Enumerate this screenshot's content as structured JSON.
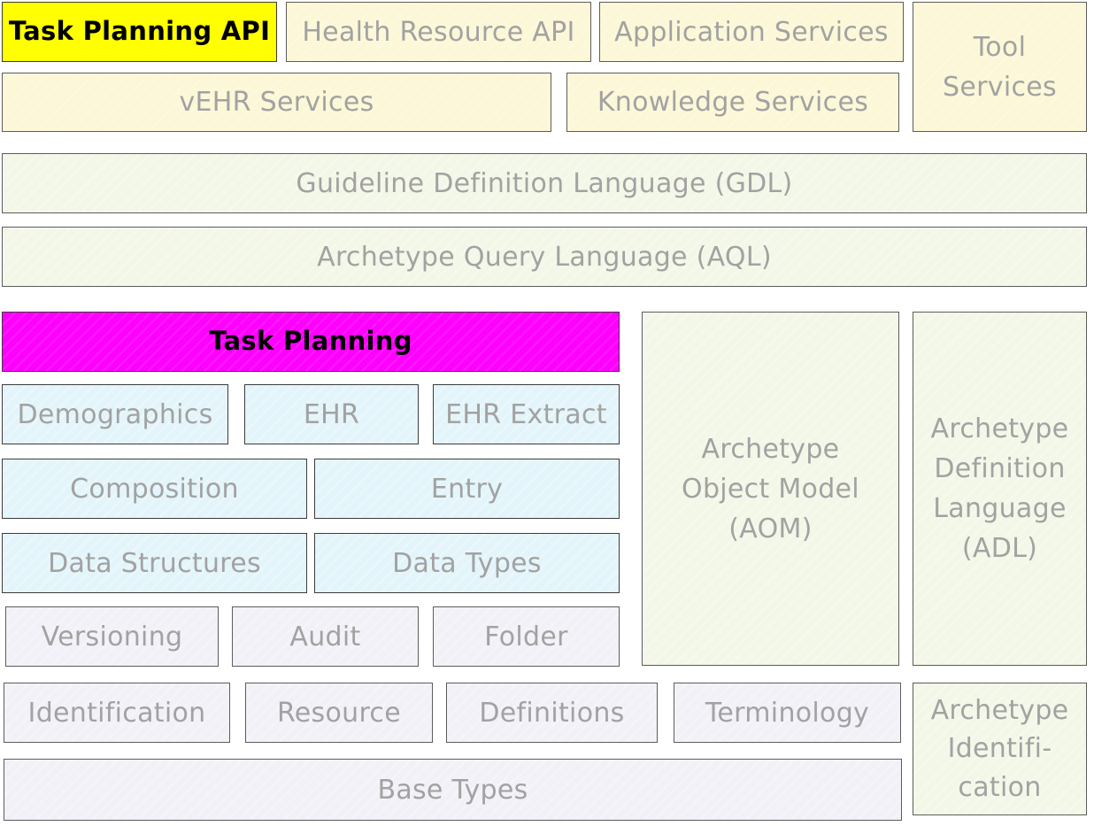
{
  "diagram": {
    "task_planning_api": "Task Planning API",
    "health_resource_api": "Health Resource API",
    "application_services": "Application Services",
    "tool_services": "Tool Services",
    "vehr_services": "vEHR Services",
    "knowledge_services": "Knowledge Services",
    "gdl": "Guideline Definition Language (GDL)",
    "aql": "Archetype Query Language (AQL)",
    "task_planning": "Task Planning",
    "demographics": "Demographics",
    "ehr": "EHR",
    "ehr_extract": "EHR Extract",
    "composition": "Composition",
    "entry": "Entry",
    "data_structures": "Data Structures",
    "data_types": "Data Types",
    "versioning": "Versioning",
    "audit": "Audit",
    "folder": "Folder",
    "aom": "Archetype Object Model (AOM)",
    "adl": "Archetype Definition Language (ADL)",
    "identification": "Identification",
    "resource": "Resource",
    "definitions": "Definitions",
    "terminology": "Terminology",
    "base_types": "Base Types",
    "archetype_identification": "Archetype Identifi-cation"
  },
  "colors": {
    "highlight_yellow": "#ffff00",
    "highlight_magenta": "#ff00ff",
    "services_yellow": "#fcf7d6",
    "languages_green": "#f3f7e7",
    "rm_blue": "#e3f5fa",
    "base_lavender": "#f3f1f8"
  }
}
